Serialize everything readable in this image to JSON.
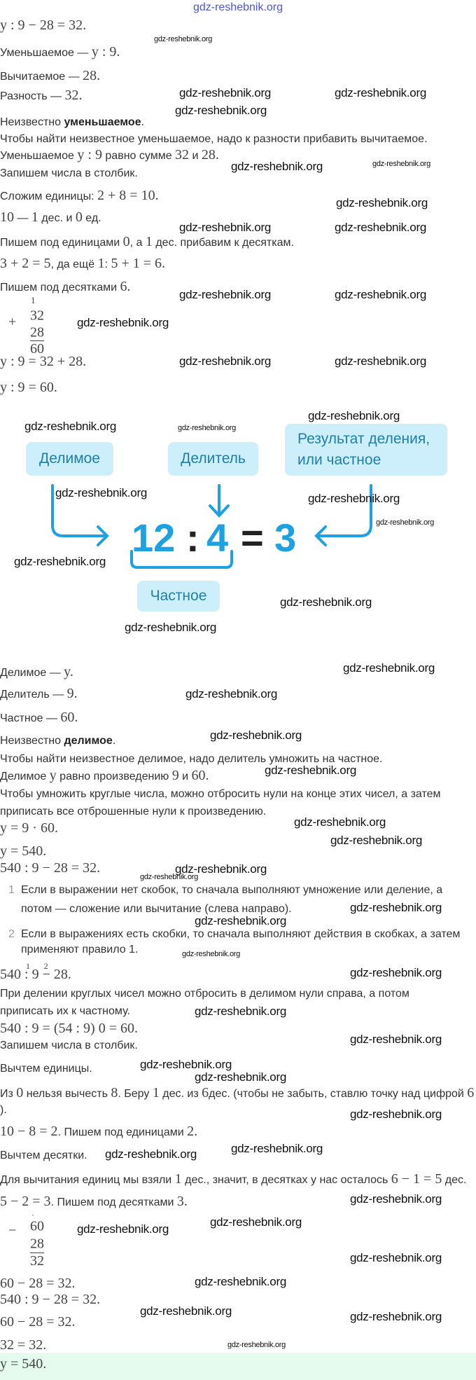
{
  "header_watermark": "gdz-reshebnik.org",
  "watermark": "gdz-reshebnik.org",
  "lines_top": [
    [
      {
        "math": "y : 9 − 28 = 32."
      }
    ],
    [
      {
        "text": "Уменьшаемое — "
      },
      {
        "math": "y : 9."
      }
    ],
    [
      {
        "text": "Вычитаемое — "
      },
      {
        "math": "28."
      }
    ],
    [
      {
        "text": "Разность — "
      },
      {
        "math": "32."
      }
    ],
    [
      {
        "text": "Неизвестно "
      },
      {
        "bold": "уменьшаемое"
      },
      {
        "text": "."
      }
    ],
    [
      {
        "text": "Чтобы найти неизвестное уменьшаемое, надо к разности прибавить вычитаемое."
      }
    ],
    [
      {
        "text": "Уменьшаемое "
      },
      {
        "math": "y : 9"
      },
      {
        "text": " равно сумме "
      },
      {
        "math": "32"
      },
      {
        "text": " и "
      },
      {
        "math": "28."
      }
    ],
    [
      {
        "text": "Запишем числа в столбик."
      }
    ],
    [
      {
        "text": "Сложим единицы: "
      },
      {
        "math": "2 + 8 = 10."
      }
    ],
    [
      {
        "math": "10"
      },
      {
        "text": " — "
      },
      {
        "math": "1"
      },
      {
        "text": " дес. и "
      },
      {
        "math": "0"
      },
      {
        "text": " ед."
      }
    ],
    [
      {
        "text": "Пишем под единицами "
      },
      {
        "math": "0"
      },
      {
        "text": ", а "
      },
      {
        "math": "1"
      },
      {
        "text": " дес. прибавим к десяткам."
      }
    ],
    [
      {
        "math": "3 + 2 = 5"
      },
      {
        "text": ", да ещё "
      },
      {
        "math": "1"
      },
      {
        "text": ": "
      },
      {
        "math": "5 + 1 = 6."
      }
    ],
    [
      {
        "text": "Пишем под десятками "
      },
      {
        "math": "6."
      }
    ],
    [
      {
        "math": "y : 9 = 32 + 28."
      }
    ],
    [
      {
        "math": "y : 9 = 60."
      }
    ]
  ],
  "column_add": {
    "carry": "1",
    "operator": "+",
    "a": "32",
    "b": "28",
    "result": "60"
  },
  "diagram": {
    "dividend_label": "Делимое",
    "divisor_label": "Делитель",
    "result_label_1": "Результат деления,",
    "result_label_2": "или частное",
    "quotient_label": "Частное",
    "n1": "12",
    "colon": ":",
    "n2": "4",
    "eq": "=",
    "n3": "3",
    "accent": "#1da1e0",
    "box_color": "#cdeefb"
  },
  "lines_mid": [
    [
      {
        "text": "Делимое — "
      },
      {
        "math": "y."
      }
    ],
    [
      {
        "text": "Делитель — "
      },
      {
        "math": "9."
      }
    ],
    [
      {
        "text": "Частное — "
      },
      {
        "math": "60."
      }
    ],
    [
      {
        "text": "Неизвестно "
      },
      {
        "bold": "делимое"
      },
      {
        "text": "."
      }
    ],
    [
      {
        "text": "Чтобы найти неизвестное делимое, надо делитель умножить на частное."
      }
    ],
    [
      {
        "text": "Делимое "
      },
      {
        "math": "y"
      },
      {
        "text": " равно произведению "
      },
      {
        "math": "9"
      },
      {
        "text": " и "
      },
      {
        "math": "60."
      }
    ],
    [
      {
        "text": "Чтобы умножить круглые числа, можно отбросить нули на конце этих чисел, а затем"
      }
    ],
    [
      {
        "text": "приписать все отброшенные нули к произведению."
      }
    ],
    [
      {
        "math": "y = 9 · 60."
      }
    ],
    [
      {
        "math": "y = 540."
      }
    ],
    [
      {
        "math": "540 : 9 − 28 = 32."
      }
    ]
  ],
  "rules": [
    {
      "num": "1",
      "line1": "Если в выражении нет скобок, то сначала выполняют умножение или деление, а",
      "line2": "потом — сложение или вычитание (слева направо)."
    },
    {
      "num": "2",
      "line1": "Если в выражениях есть скобки, то сначала выполняют действия в скобках, а затем",
      "line2": "применяют правило 1."
    }
  ],
  "order_expr": {
    "a": "540 ",
    "op1": ":",
    "o1": "1",
    "b": " 9 ",
    "op2": "−",
    "o2": "2",
    "c": " 28."
  },
  "lines_bot": [
    [
      {
        "text": "При делении круглых чисел можно отбросить в делимом нули справа, а потом"
      }
    ],
    [
      {
        "text": "приписать их к частному."
      }
    ],
    [
      {
        "math": "540 : 9 = (54 : 9) 0 = 60."
      }
    ],
    [
      {
        "text": "Запишем числа в столбик."
      }
    ],
    [
      {
        "text": "Вычтем единицы."
      }
    ],
    [
      {
        "text": "Из "
      },
      {
        "math": "0"
      },
      {
        "text": " нельзя вычесть "
      },
      {
        "math": "8"
      },
      {
        "text": ". Беру "
      },
      {
        "math": "1"
      },
      {
        "text": " дес. из "
      },
      {
        "math": "6"
      },
      {
        "text": "дес. (чтобы не забыть, ставлю точку над цифрой "
      },
      {
        "math": "6"
      }
    ],
    [
      {
        "text": ")."
      }
    ],
    [
      {
        "math": "10 − 8 = 2"
      },
      {
        "text": ". Пишем под единицами "
      },
      {
        "math": "2."
      }
    ],
    [
      {
        "text": "Вычтем десятки."
      }
    ],
    [
      {
        "text": "Для вычитания единиц мы взяли "
      },
      {
        "math": "1"
      },
      {
        "text": " дес., значит, в десятках у нас осталось "
      },
      {
        "math": "6 − 1 = 5"
      },
      {
        "text": " дес."
      }
    ],
    [
      {
        "math": "5 − 2 = 3"
      },
      {
        "text": ". Пишем под десятками "
      },
      {
        "math": "3."
      }
    ],
    [
      {
        "math": "60 − 28 = 32."
      }
    ],
    [
      {
        "math": "540 : 9 − 28 = 32."
      }
    ],
    [
      {
        "math": "60 − 28 = 32."
      }
    ],
    [
      {
        "math": "32 = 32."
      }
    ],
    [
      {
        "math": "y = 540."
      }
    ]
  ],
  "column_sub": {
    "dot": "·",
    "operator": "−",
    "a": "60",
    "b": "28",
    "result": "32"
  }
}
